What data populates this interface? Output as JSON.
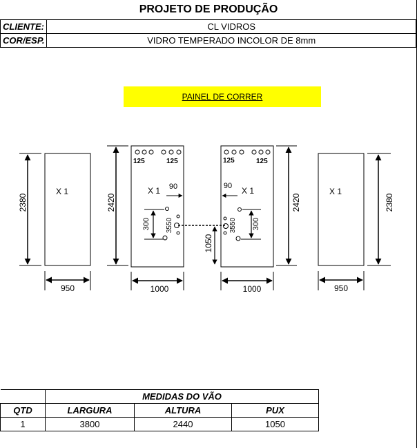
{
  "title": "PROJETO DE PRODUÇÃO",
  "header": {
    "client_label": "CLIENTE:",
    "client_value": "CL VIDROS",
    "color_label": "COR/ESP.",
    "color_value": "VIDRO TEMPERADO INCOLOR DE 8mm"
  },
  "banner": "PAINEL DE CORRER",
  "panels": {
    "fixed_left": {
      "height": "2380",
      "width": "950",
      "qty": "X 1"
    },
    "sliding_left": {
      "height": "2420",
      "width": "1000",
      "qty": "X 1",
      "hole_left": "125",
      "hole_right": "125",
      "offset": "90",
      "spacing": "300",
      "small_dim": "3550",
      "handle_height": "1050"
    },
    "sliding_right": {
      "height": "2420",
      "width": "1000",
      "qty": "X 1",
      "hole_left": "125",
      "hole_right": "125",
      "offset": "90",
      "spacing": "300",
      "small_dim": "3550"
    },
    "fixed_right": {
      "height": "2380",
      "width": "950",
      "qty": "X 1"
    }
  },
  "medidas": {
    "title": "MEDIDAS DO VÃO",
    "headers": [
      "QTD",
      "LARGURA",
      "ALTURA",
      "PUX"
    ],
    "row": [
      "1",
      "3800",
      "2440",
      "1050"
    ]
  }
}
